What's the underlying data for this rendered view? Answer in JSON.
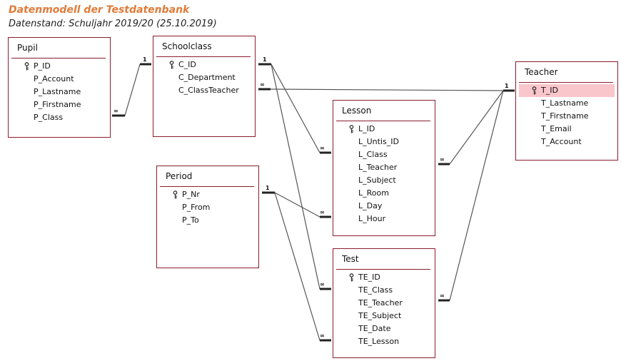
{
  "header": {
    "title": "Datenmodell der Testdatenbank",
    "subtitle": "Datenstand: Schuljahr 2019/20 (25.10.2019)"
  },
  "colors": {
    "title": "#e07b39",
    "border": "#8b1c2c",
    "highlight": "#f9c6cc",
    "line": "#555555"
  },
  "entities": {
    "pupil": {
      "name": "Pupil",
      "fields": [
        "P_ID",
        "P_Account",
        "P_Lastname",
        "P_Firstname",
        "P_Class"
      ]
    },
    "schoolclass": {
      "name": "Schoolclass",
      "fields": [
        "C_ID",
        "C_Department",
        "C_ClassTeacher"
      ]
    },
    "teacher": {
      "name": "Teacher",
      "fields": [
        "T_ID",
        "T_Lastname",
        "T_Firstname",
        "T_Email",
        "T_Account"
      ]
    },
    "lesson": {
      "name": "Lesson",
      "fields": [
        "L_ID",
        "L_Untis_ID",
        "L_Class",
        "L_Teacher",
        "L_Subject",
        "L_Room",
        "L_Day",
        "L_Hour"
      ]
    },
    "period": {
      "name": "Period",
      "fields": [
        "P_Nr",
        "P_From",
        "P_To"
      ]
    },
    "test": {
      "name": "Test",
      "fields": [
        "TE_ID",
        "TE_Class",
        "TE_Teacher",
        "TE_Subject",
        "TE_Date",
        "TE_Lesson"
      ]
    }
  },
  "relationships": [
    {
      "from": "Schoolclass.C_ID",
      "to": "Pupil.P_Class",
      "one": "1",
      "many": "∞"
    },
    {
      "from": "Teacher.T_ID",
      "to": "Schoolclass.C_ClassTeacher",
      "one": "1",
      "many": "∞"
    },
    {
      "from": "Schoolclass.C_ID",
      "to": "Lesson.L_Class",
      "one": "1",
      "many": "∞"
    },
    {
      "from": "Schoolclass.C_ID",
      "to": "Test.TE_Class",
      "one": "1",
      "many": "∞"
    },
    {
      "from": "Teacher.T_ID",
      "to": "Lesson.L_Teacher",
      "one": "1",
      "many": "∞"
    },
    {
      "from": "Teacher.T_ID",
      "to": "Test.TE_Teacher",
      "one": "1",
      "many": "∞"
    },
    {
      "from": "Period.P_Nr",
      "to": "Lesson.L_Hour",
      "one": "1",
      "many": "∞"
    },
    {
      "from": "Period.P_Nr",
      "to": "Test.TE_Lesson",
      "one": "1",
      "many": "∞"
    }
  ]
}
